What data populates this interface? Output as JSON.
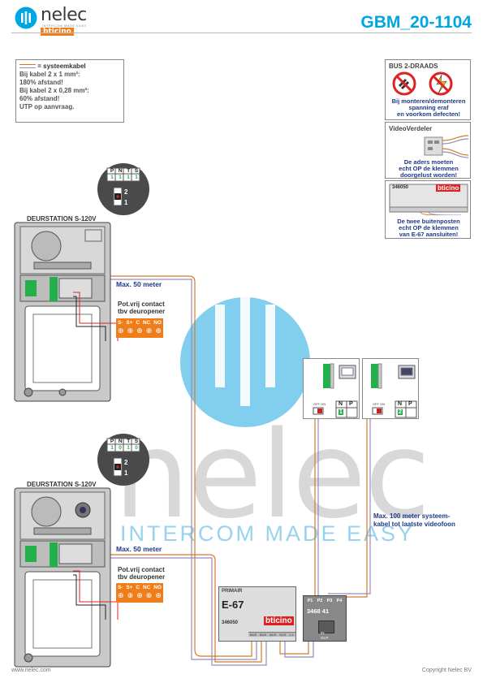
{
  "header": {
    "brand": "nelec",
    "brand_tagline": "INTERCOM MADE EASY",
    "partner_brand": "bticino",
    "document_code": "GBM_20-1104"
  },
  "legend": {
    "line1": "= systeemkabel",
    "line2": "Bij kabel 2 x 1 mm²:",
    "line3": "180% afstand!",
    "line4": "Bij kabel 2 x 0,28 mm²:",
    "line5": "60% afstand!",
    "line6": "UTP op aanvraag."
  },
  "notes": {
    "bus_title": "BUS 2-DRAADS",
    "bus_text": [
      "Bij monteren/demonteren",
      "spanning eraf",
      "en voorkom defecten!"
    ],
    "splitter_title": "VideoVerdeler",
    "splitter_text": [
      "De aders moeten",
      "echt OP de klemmen",
      "doorgelust worden!"
    ],
    "e67_code": "346050",
    "e67_brand": "bticino",
    "e67_text": [
      "De twee buitenposten",
      "echt OP de klemmen",
      "van E-67 aansluiten!"
    ]
  },
  "stations": [
    {
      "title": "DEURSTATION S-120V",
      "dip_headers": [
        "P",
        "N",
        "T",
        "S"
      ],
      "dip_values": [
        "1",
        "1",
        "1",
        "1"
      ],
      "jumper_top": "2",
      "jumper_bottom": "1",
      "distance": "Max. 50 meter",
      "contact_title_1": "Pot.vrij contact",
      "contact_title_2": "tbv deuropener",
      "terminals": [
        "S-",
        "S+",
        "C",
        "NC",
        "NO"
      ]
    },
    {
      "title": "DEURSTATION S-120V",
      "dip_headers": [
        "P",
        "N",
        "T",
        "S"
      ],
      "dip_values": [
        "1",
        "0",
        "1",
        "0"
      ],
      "jumper_top": "2",
      "jumper_bottom": "1",
      "distance": "Max. 50 meter",
      "contact_title_1": "Pot.vrij contact",
      "contact_title_2": "tbv deuropener",
      "terminals": [
        "S-",
        "S+",
        "C",
        "NC",
        "NO"
      ]
    }
  ],
  "monitors": [
    {
      "dip_headers": [
        "N",
        "P"
      ],
      "dip_values": [
        "1",
        ""
      ],
      "switch_label": "OFF ON"
    },
    {
      "dip_headers": [
        "N",
        "P"
      ],
      "dip_values": [
        "2",
        ""
      ],
      "switch_label": "OFF ON"
    }
  ],
  "e67": {
    "label": "E-67",
    "primary": "PRIMAIR",
    "code": "346050",
    "brand": "bticino",
    "terminals": [
      "BUS",
      "BUS",
      "BUS",
      "SCS",
      "2-1"
    ]
  },
  "splitter": {
    "ports": [
      "P1",
      "P2",
      "P3",
      "P4"
    ],
    "code": "3468 41",
    "in_label": "IN",
    "out_label": "OUT"
  },
  "distance_note": [
    "Max. 100 meter systeem-",
    "kabel tot laatste videofoon"
  ],
  "watermark": {
    "brand": "nelec",
    "tagline": "INTERCOM MADE EASY"
  },
  "footer": {
    "left": "www.nelec.com",
    "right": "Copyright Nelec BV"
  },
  "colors": {
    "accent": "#00a6e0",
    "orange": "#ee7d1a",
    "cable_a": "#d47a2a",
    "cable_b": "#9a8ab8",
    "green": "#22b04b"
  }
}
